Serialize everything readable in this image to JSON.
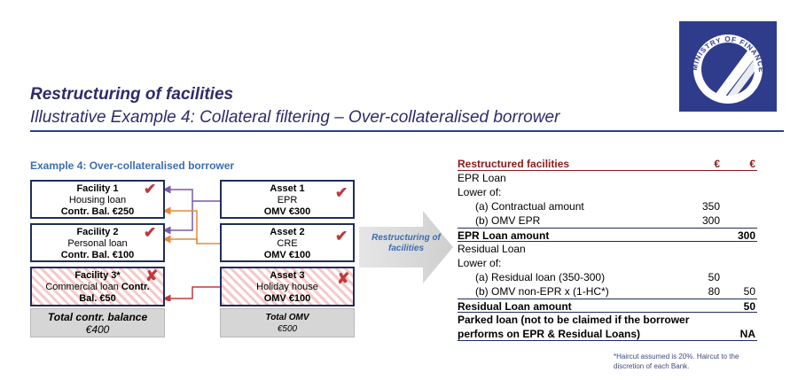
{
  "title": {
    "main": "Restructuring of facilities",
    "sub": "Illustrative Example 4: Collateral filtering – Over-collateralised borrower"
  },
  "logo": {
    "text": "MINISTRY OF FINANCE"
  },
  "example": {
    "title": "Example 4: Over-collateralised borrower",
    "facilities": [
      {
        "name": "Facility 1",
        "type": "Housing loan",
        "balance": "Contr. Bal. €250",
        "status": "check"
      },
      {
        "name": "Facility 2",
        "type": "Personal loan",
        "balance": "Contr. Bal. €100",
        "status": "check"
      },
      {
        "name": "Facility 3*",
        "type_prefix": "Commercial loan",
        "type_bold": "Contr.",
        "balance": "Bal. €50",
        "status": "cross"
      }
    ],
    "assets": [
      {
        "name": "Asset 1",
        "type": "EPR",
        "value": "OMV €300",
        "status": "check"
      },
      {
        "name": "Asset 2",
        "type": "CRE",
        "value": "OMV €100",
        "status": "check"
      },
      {
        "name": "Asset 3",
        "type": "Holiday house",
        "value": "OMV €100",
        "status": "cross"
      }
    ],
    "total_facilities": {
      "label": "Total contr. balance",
      "value": "€400"
    },
    "total_assets": {
      "label": "Total OMV",
      "value": "€500"
    },
    "arrow_label": "Restructuring of facilities",
    "colors": {
      "purple_link": "#7a5aa6",
      "orange_link": "#e58a3a",
      "red_link": "#c0393b",
      "box_border": "#1f2d5a"
    }
  },
  "table": {
    "header": {
      "label": "Restructured facilities",
      "col1": "€",
      "col2": "€"
    },
    "rows": [
      {
        "label": "EPR Loan",
        "c1": "",
        "c2": ""
      },
      {
        "label": "Lower of:",
        "c1": "",
        "c2": ""
      },
      {
        "label": "(a) Contractual amount",
        "c1": "350",
        "c2": ""
      },
      {
        "label": "(b) OMV EPR",
        "c1": "300",
        "c2": ""
      },
      {
        "label": "EPR Loan amount",
        "c1": "",
        "c2": "300"
      },
      {
        "label": "Residual Loan",
        "c1": "",
        "c2": ""
      },
      {
        "label": "Lower of:",
        "c1": "",
        "c2": ""
      },
      {
        "label": "(a) Residual loan (350-300)",
        "c1": "50",
        "c2": ""
      },
      {
        "label": "(b) OMV non-EPR x (1-HC*)",
        "c1": "80",
        "c2": "50"
      },
      {
        "label": "Residual Loan amount",
        "c1": "",
        "c2": "50"
      },
      {
        "label": "Parked loan (not to be claimed if the borrower",
        "c1": "",
        "c2": ""
      },
      {
        "label": "performs on EPR & Residual Loans)",
        "c1": "",
        "c2": "NA"
      }
    ]
  },
  "footnote": "*Haircut assumed is 20%. Haircut to the discretion of each Bank."
}
